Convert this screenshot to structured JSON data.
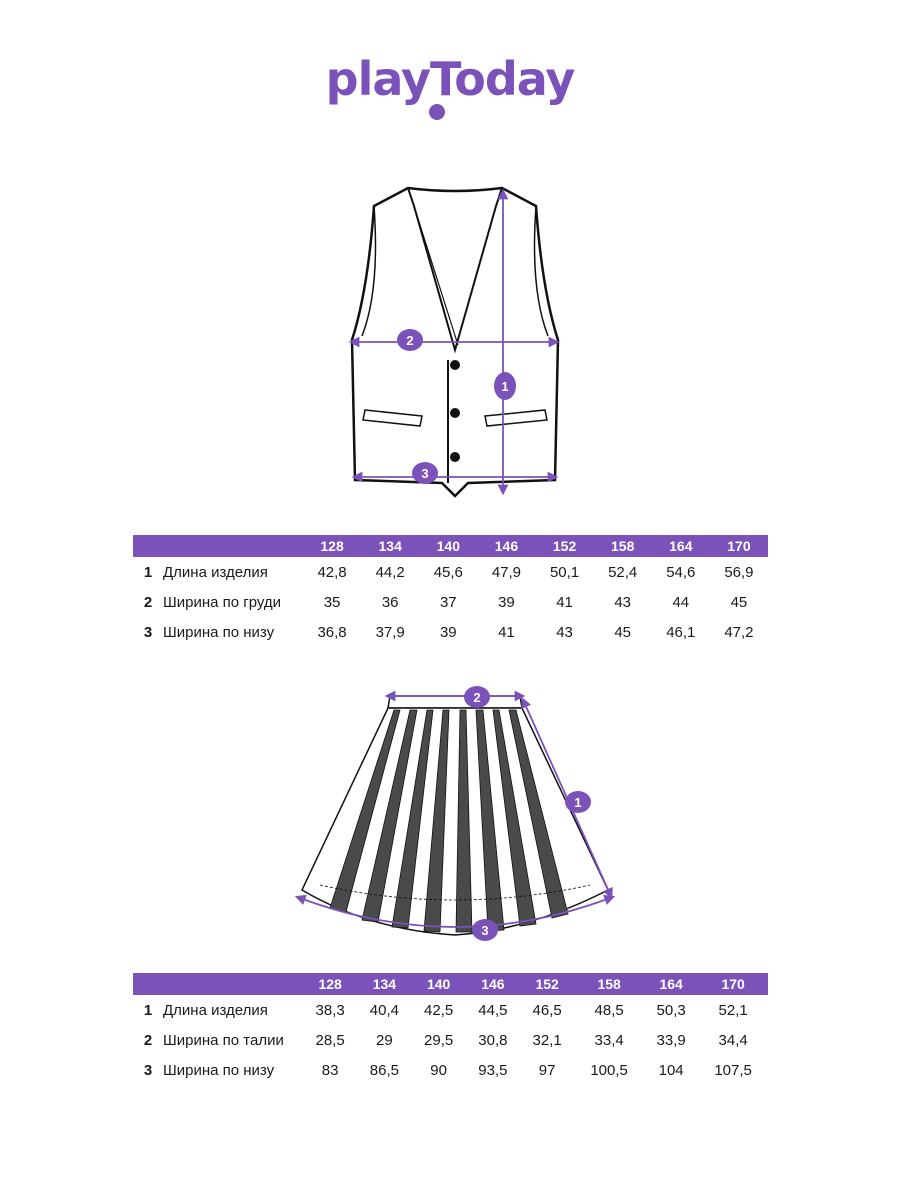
{
  "brand": {
    "logo_text": "playToday",
    "color": "#7b52b9"
  },
  "vest": {
    "markers": [
      "1",
      "2",
      "3"
    ],
    "table": {
      "sizes": [
        "128",
        "134",
        "140",
        "146",
        "152",
        "158",
        "164",
        "170"
      ],
      "rows": [
        {
          "num": "1",
          "label": "Длина изделия",
          "values": [
            "42,8",
            "44,2",
            "45,6",
            "47,9",
            "50,1",
            "52,4",
            "54,6",
            "56,9"
          ]
        },
        {
          "num": "2",
          "label": "Ширина по груди",
          "values": [
            "35",
            "36",
            "37",
            "39",
            "41",
            "43",
            "44",
            "45"
          ]
        },
        {
          "num": "3",
          "label": "Ширина по низу",
          "values": [
            "36,8",
            "37,9",
            "39",
            "41",
            "43",
            "45",
            "46,1",
            "47,2"
          ]
        }
      ]
    }
  },
  "skirt": {
    "markers": [
      "1",
      "2",
      "3"
    ],
    "table": {
      "sizes": [
        "128",
        "134",
        "140",
        "146",
        "152",
        "158",
        "164",
        "170"
      ],
      "rows": [
        {
          "num": "1",
          "label": "Длина изделия",
          "values": [
            "38,3",
            "40,4",
            "42,5",
            "44,5",
            "46,5",
            "48,5",
            "50,3",
            "52,1"
          ]
        },
        {
          "num": "2",
          "label": "Ширина по талии",
          "values": [
            "28,5",
            "29",
            "29,5",
            "30,8",
            "32,1",
            "33,4",
            "33,9",
            "34,4"
          ]
        },
        {
          "num": "3",
          "label": "Ширина по низу",
          "values": [
            "83",
            "86,5",
            "90",
            "93,5",
            "97",
            "100,5",
            "104",
            "107,5"
          ]
        }
      ]
    }
  }
}
